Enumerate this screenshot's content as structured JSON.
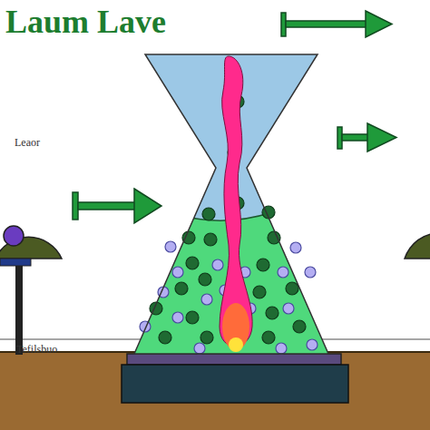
{
  "diagram": {
    "title": "Laum Lave",
    "labels": [
      "Leaor",
      "Tefilsbuo"
    ]
  }
}
